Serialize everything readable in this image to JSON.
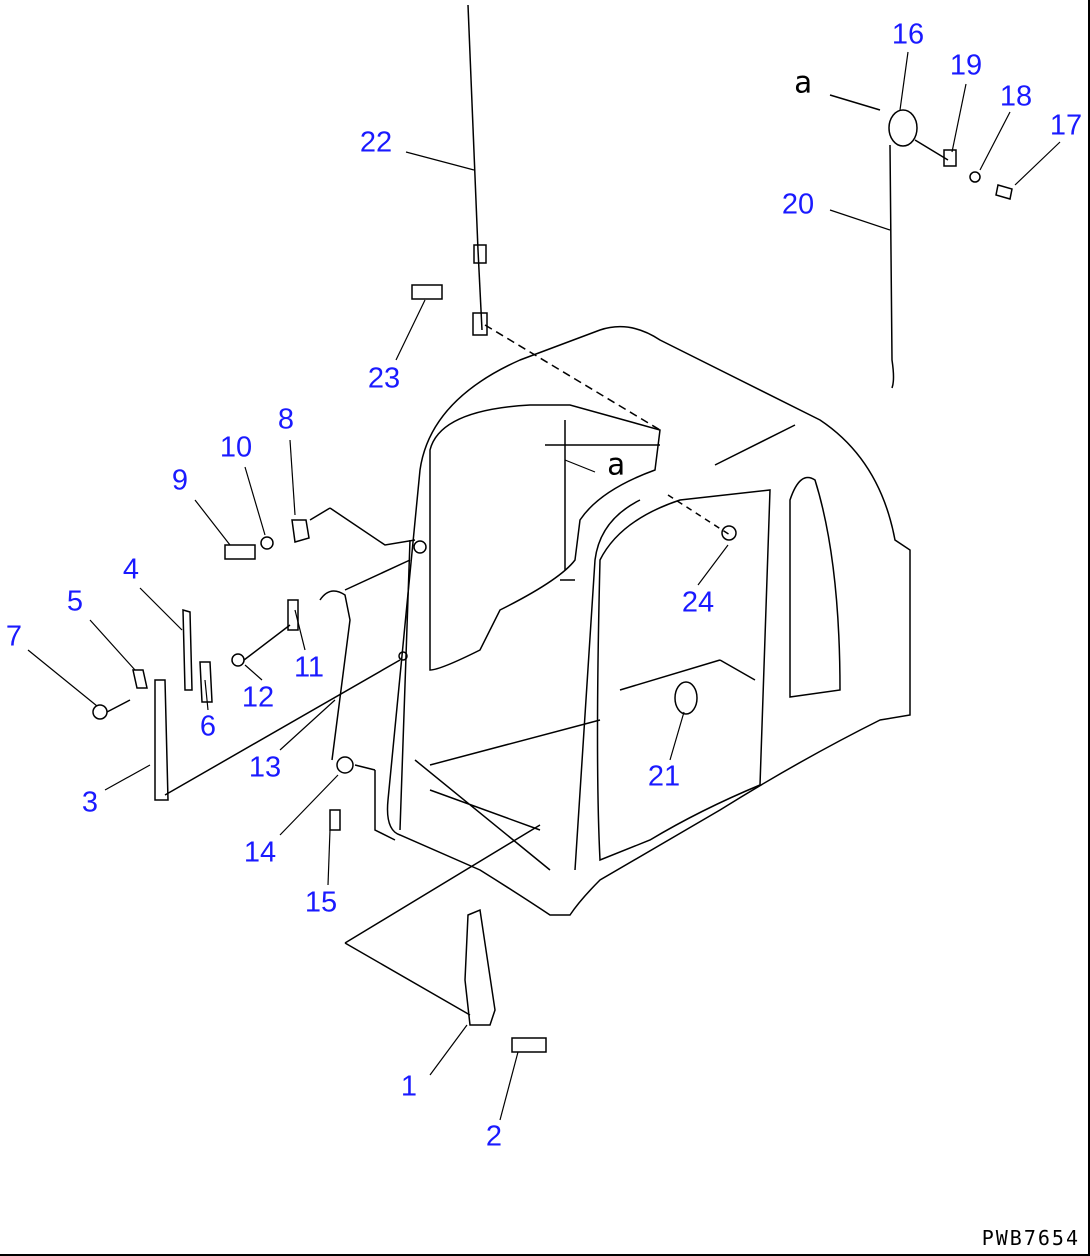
{
  "labels": {
    "l1": "1",
    "l2": "2",
    "l3": "3",
    "l4": "4",
    "l5": "5",
    "l6": "6",
    "l7": "7",
    "l8": "8",
    "l9": "9",
    "l10": "10",
    "l11": "11",
    "l12": "12",
    "l13": "13",
    "l14": "14",
    "l15": "15",
    "l16": "16",
    "l17": "17",
    "l18": "18",
    "l19": "19",
    "l20": "20",
    "l21": "21",
    "l22": "22",
    "l23": "23",
    "l24": "24"
  },
  "view_marker": "a",
  "drawing_code": "PWB7654",
  "colors": {
    "callout": "#1a1aff",
    "line": "#000000"
  }
}
